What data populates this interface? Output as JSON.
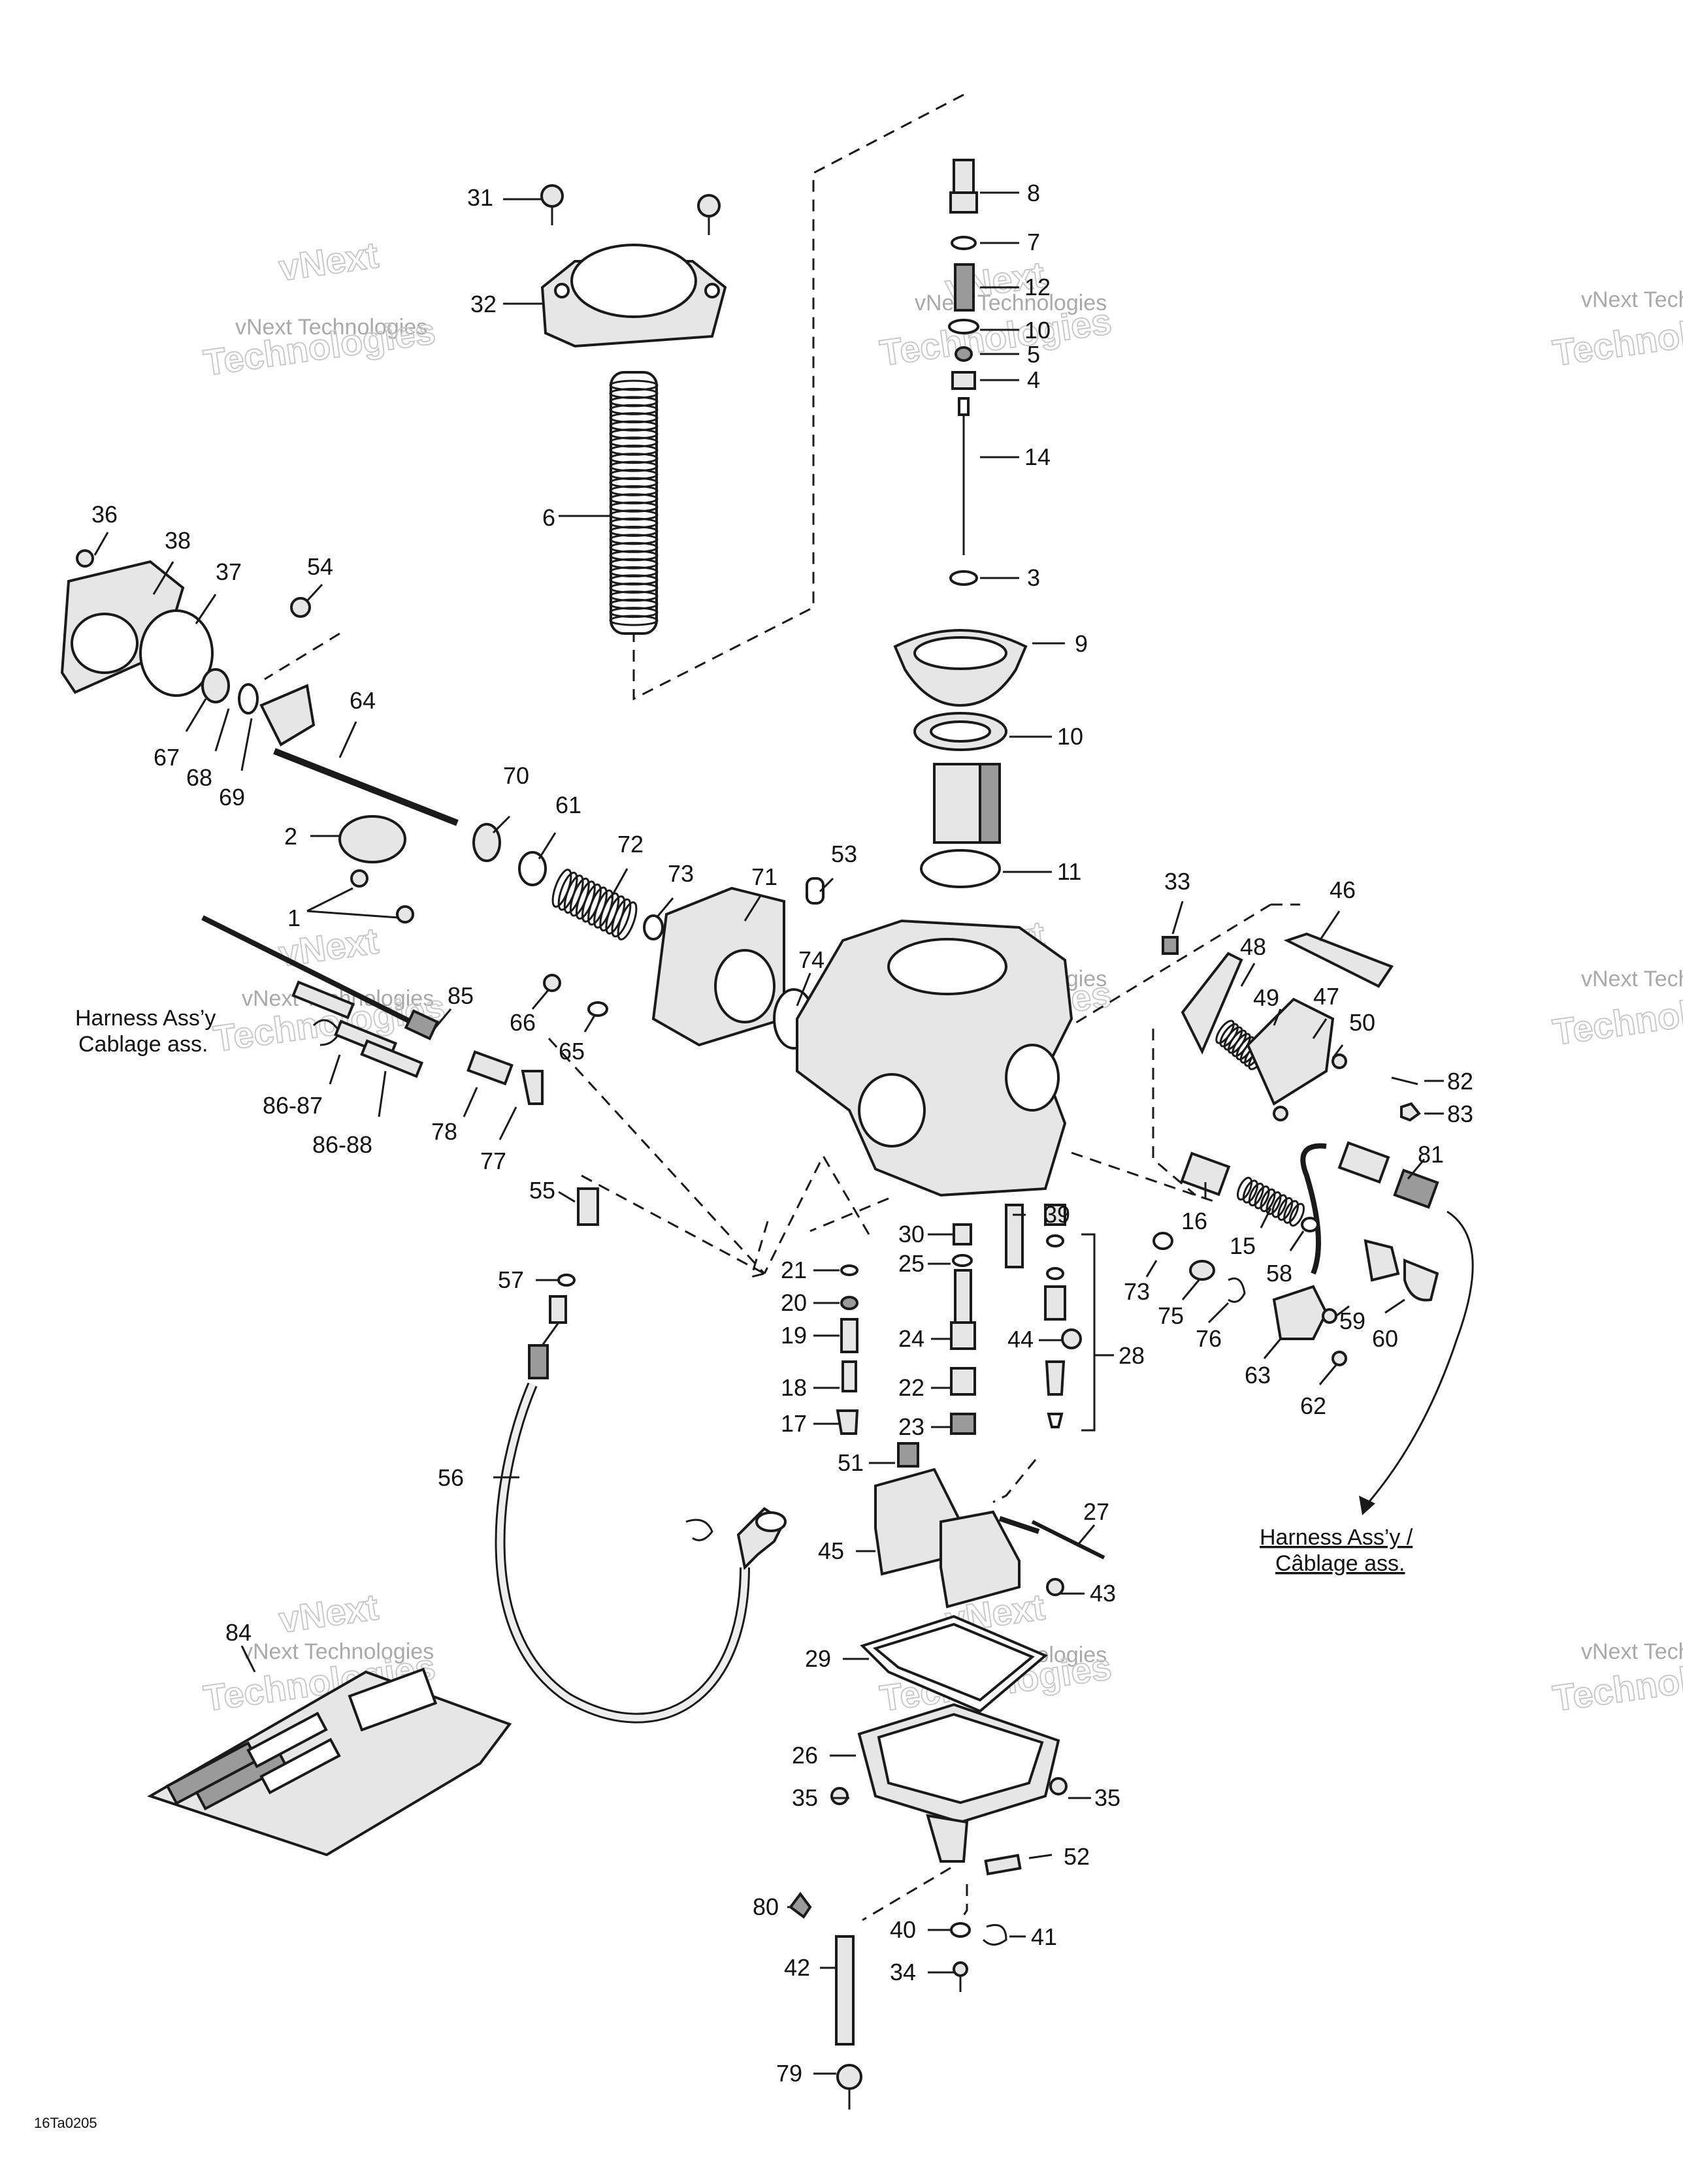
{
  "diagram": {
    "figure_code": "16Ta0205",
    "harness_left": {
      "line1": "Harness Ass’y",
      "line2": "Cablage ass."
    },
    "harness_right": {
      "line1": "Harness Ass’y /",
      "line2": "Câblage ass."
    },
    "watermark": {
      "line1": "vNext Technologies",
      "line2": "Technologies",
      "logo": "vNext"
    },
    "callouts": {
      "c31": "31",
      "c32": "32",
      "c6": "6",
      "c8": "8",
      "c7": "7",
      "c12": "12",
      "c10a": "10",
      "c5": "5",
      "c4": "4",
      "c14": "14",
      "c3": "3",
      "c9": "9",
      "c10": "10",
      "c11": "11",
      "c36": "36",
      "c38": "38",
      "c37": "37",
      "c54": "54",
      "c64": "64",
      "c67": "67",
      "c68": "68",
      "c69": "69",
      "c2": "2",
      "c1": "1",
      "c70": "70",
      "c61": "61",
      "c72": "72",
      "c73a": "73",
      "c71": "71",
      "c53": "53",
      "c33": "33",
      "c46": "46",
      "c48": "48",
      "c49": "49",
      "c47": "47",
      "c50": "50",
      "c82": "82",
      "c83": "83",
      "c74": "74",
      "c85": "85",
      "c66": "66",
      "c65": "65",
      "c86_87": "86-87",
      "c86_88": "86-88",
      "c78": "78",
      "c77": "77",
      "c55": "55",
      "c81": "81",
      "c16": "16",
      "c15": "15",
      "c58": "58",
      "c39": "39",
      "c30": "30",
      "c25": "25",
      "c21": "21",
      "c20": "20",
      "c19": "19",
      "c18": "18",
      "c17": "17",
      "c24": "24",
      "c22": "22",
      "c23": "23",
      "c44": "44",
      "c28": "28",
      "c73b": "73",
      "c75": "75",
      "c76": "76",
      "c59": "59",
      "c60": "60",
      "c63": "63",
      "c62": "62",
      "c57": "57",
      "c56": "56",
      "c51": "51",
      "c27": "27",
      "c45": "45",
      "c43": "43",
      "c84": "84",
      "c29": "29",
      "c26": "26",
      "c35a": "35",
      "c35b": "35",
      "c52": "52",
      "c80": "80",
      "c40": "40",
      "c41": "41",
      "c42": "42",
      "c34": "34",
      "c79": "79"
    }
  }
}
